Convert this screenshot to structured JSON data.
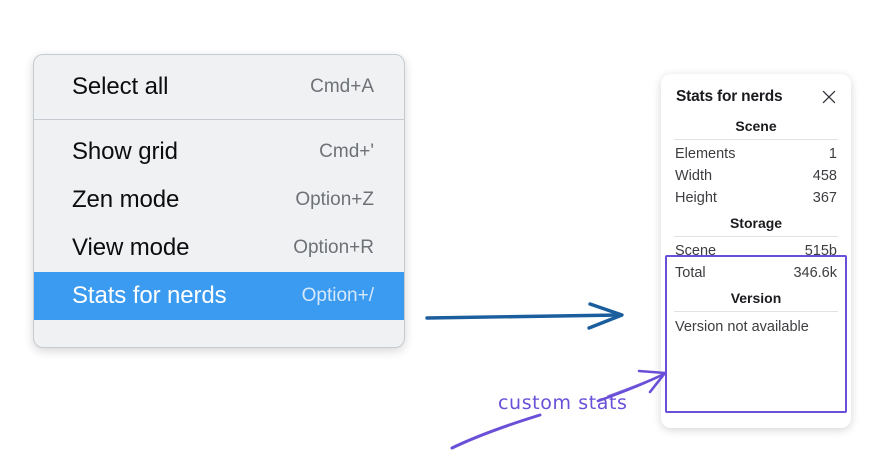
{
  "menu": {
    "groups": [
      {
        "items": [
          {
            "label": "Select all",
            "accel": "Cmd+A",
            "selected": false
          }
        ]
      },
      {
        "items": [
          {
            "label": "Show grid",
            "accel": "Cmd+'",
            "selected": false
          },
          {
            "label": "Zen mode",
            "accel": "Option+Z",
            "selected": false
          },
          {
            "label": "View mode",
            "accel": "Option+R",
            "selected": false
          },
          {
            "label": "Stats for nerds",
            "accel": "Option+/",
            "selected": true
          }
        ]
      }
    ],
    "highlight_color": "#3b9bf0",
    "background_color": "#f0f1f3"
  },
  "stats_panel": {
    "title": "Stats for nerds",
    "close_icon": "close-icon",
    "sections": [
      {
        "heading": "Scene",
        "rows": [
          {
            "key": "Elements",
            "value": "1"
          },
          {
            "key": "Width",
            "value": "458"
          },
          {
            "key": "Height",
            "value": "367"
          }
        ]
      },
      {
        "heading": "Storage",
        "rows": [
          {
            "key": "Scene",
            "value": "515b"
          },
          {
            "key": "Total",
            "value": "346.6k"
          }
        ]
      },
      {
        "heading": "Version",
        "full_rows": [
          "Version not available"
        ]
      }
    ]
  },
  "annotations": {
    "label": "custom stats",
    "label_color": "#6a4fd8",
    "highlight_box_color": "#6a4fd8",
    "blue_arrow_color": "#1b5e9e"
  }
}
